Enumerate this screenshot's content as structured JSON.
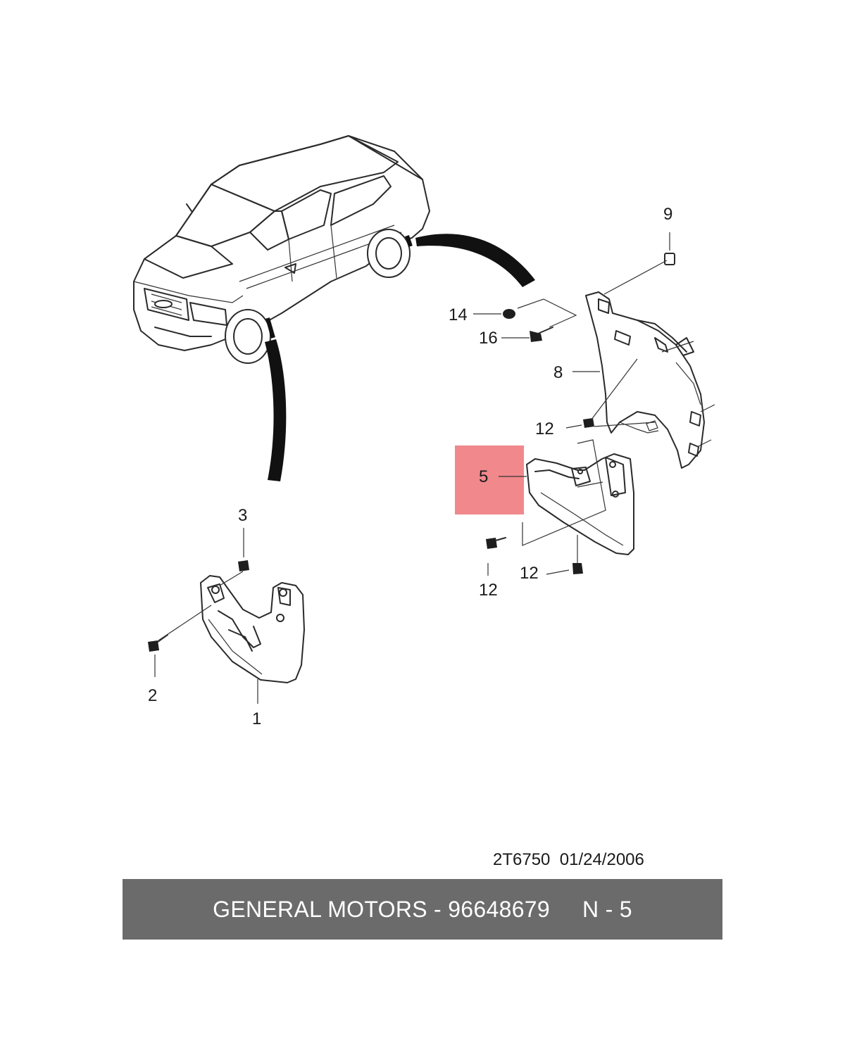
{
  "diagram": {
    "highlight_color": "#f0888c",
    "callouts": {
      "c1": "1",
      "c2": "2",
      "c3": "3",
      "c5": "5",
      "c8": "8",
      "c9": "9",
      "c12a": "12",
      "c12b": "12",
      "c12c": "12",
      "c14": "14",
      "c16": "16"
    },
    "drawing_code": "2T6750",
    "drawing_date": "01/24/2006"
  },
  "footer": {
    "brand_part": "GENERAL MOTORS - 96648679",
    "position": "N - 5",
    "bar_color": "#6b6b6b"
  }
}
